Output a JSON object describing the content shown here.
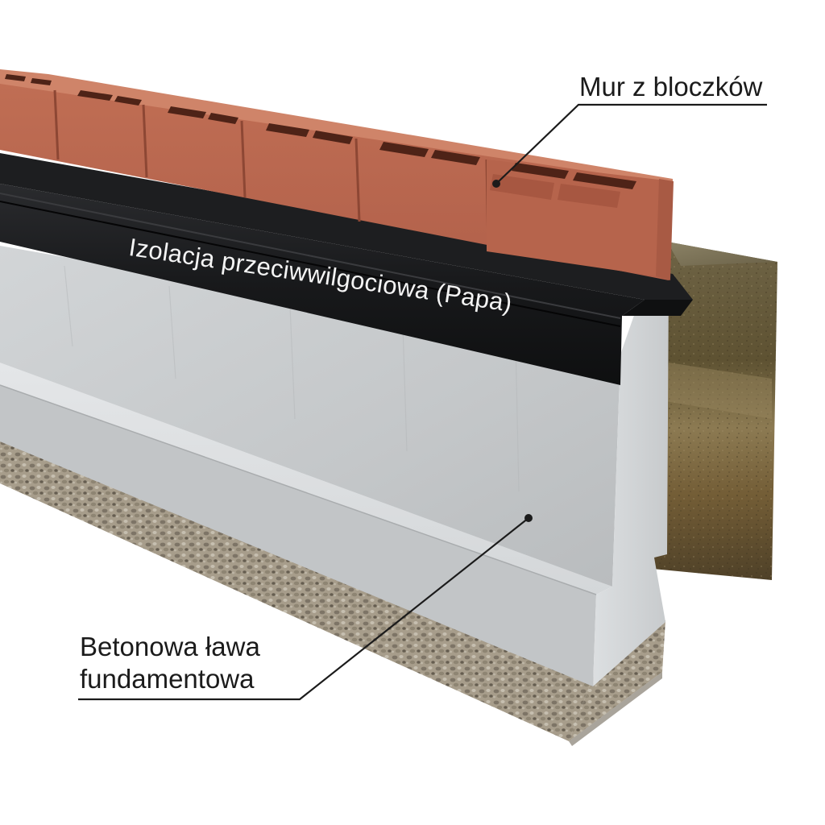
{
  "labels": {
    "block_wall": "Mur z bloczków",
    "membrane": "Izolacja przeciwwilgociowa (Papa)",
    "footing_line1": "Betonowa ława",
    "footing_line2": "fundamentowa"
  },
  "colors": {
    "brick": "#b8654c",
    "brick_hole": "#5a2a1c",
    "membrane": "#1c1d1f",
    "concrete": "#c9ccce",
    "gravel": "#9a9180",
    "soil": "#6e5a3a",
    "leader_line": "#1b1b1b"
  }
}
